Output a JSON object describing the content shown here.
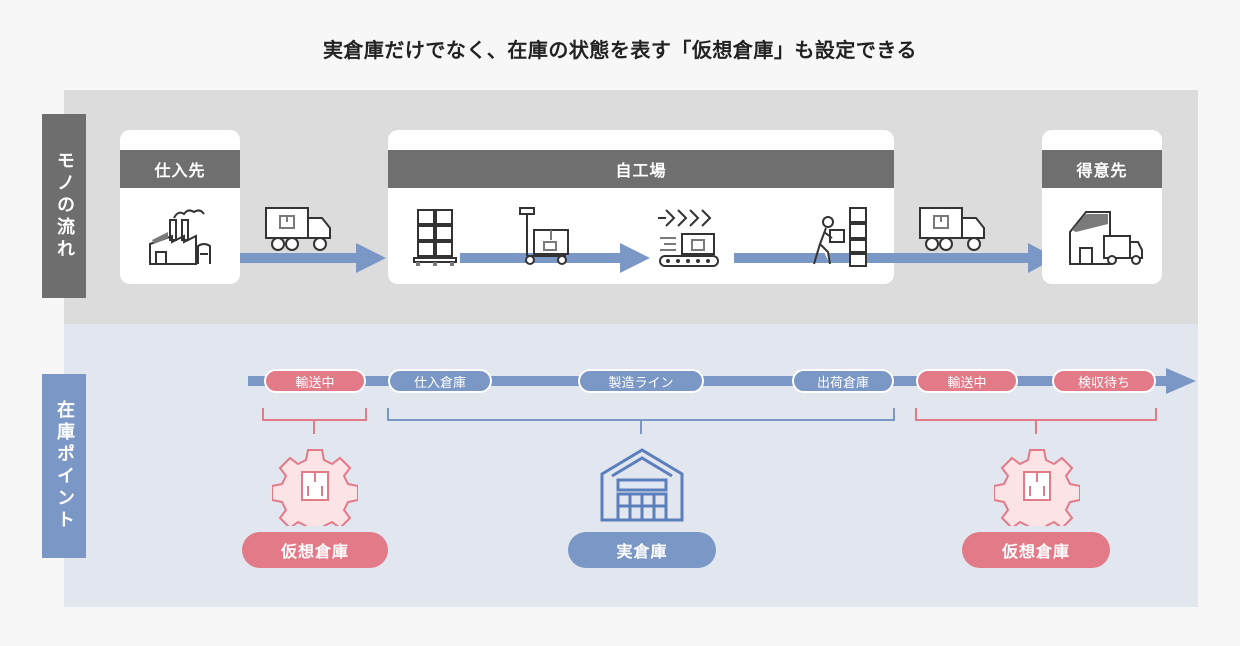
{
  "title": "実倉庫だけでなく、在庫の状態を表す「仮想倉庫」も設定できる",
  "rows": {
    "flow_label": "モノの流れ",
    "stock_label": "在庫ポイント"
  },
  "flow": {
    "supplier": "仕入先",
    "factory": "自工場",
    "customer": "得意先"
  },
  "stock_points": {
    "transit1": "輸送中",
    "receive_wh": "仕入倉庫",
    "production_line": "製造ライン",
    "shipping_wh": "出荷倉庫",
    "transit2": "輸送中",
    "inspection_wait": "検収待ち"
  },
  "warehouses": {
    "virtual_left": "仮想倉庫",
    "real": "実倉庫",
    "virtual_right": "仮想倉庫"
  },
  "colors": {
    "red": "#e27a88",
    "blue": "#7b97c6",
    "gray": "#6f6f6f"
  }
}
